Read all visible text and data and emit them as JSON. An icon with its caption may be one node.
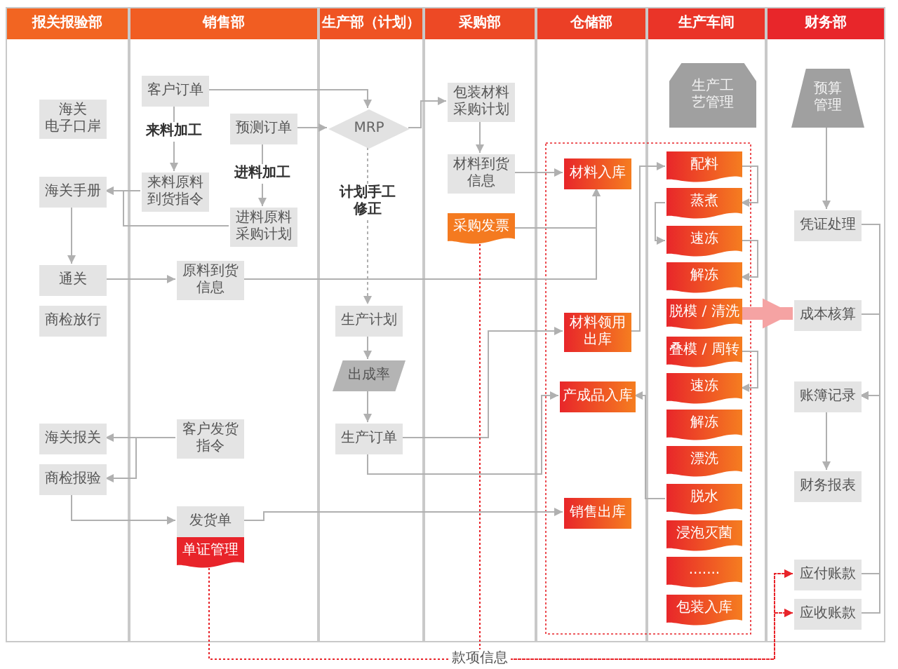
{
  "diagram": {
    "nodes": [
      {
        "text": [
          "报关报验部"
        ]
      },
      {
        "text": [
          "销售部"
        ]
      },
      {
        "text": [
          "生产部（计划）"
        ]
      },
      {
        "text": [
          "采购部"
        ]
      },
      {
        "text": [
          "仓储部"
        ]
      },
      {
        "text": [
          "生产车间"
        ]
      },
      {
        "text": [
          "财务部"
        ]
      },
      {
        "text": [
          "海关电子口岸"
        ],
        "in": 0
      },
      {
        "text": [
          "海关手册"
        ],
        "in": 0
      },
      {
        "text": [
          "通关"
        ],
        "in": 0
      },
      {
        "text": [
          "商检放行"
        ],
        "in": 0
      },
      {
        "text": [
          "海关报关"
        ],
        "in": 0
      },
      {
        "text": [
          "商检报验"
        ],
        "in": 0
      },
      {
        "text": [
          "客户订单"
        ],
        "in": 1
      },
      {
        "text": [
          "预测订单"
        ],
        "in": 1
      },
      {
        "text": [
          "来料原料到货指令"
        ],
        "in": 1
      },
      {
        "text": [
          "进料原料采购计划"
        ],
        "in": 1
      },
      {
        "text": [
          "原料到货信息"
        ],
        "in": 1
      },
      {
        "text": [
          "客户发货指令"
        ],
        "in": 1
      },
      {
        "text": [
          "发货单"
        ],
        "in": 1
      },
      {
        "text": [
          "单证管理"
        ],
        "in": 1
      },
      {
        "text": [
          "MRP"
        ],
        "in": 2
      },
      {
        "text": [
          "生产计划"
        ],
        "in": 2
      },
      {
        "text": [
          "出成率"
        ],
        "in": 2
      },
      {
        "text": [
          "生产订单"
        ],
        "in": 2
      },
      {
        "text": [
          "包装材料采购计划"
        ],
        "in": 3
      },
      {
        "text": [
          "材料到货信息"
        ],
        "in": 3
      },
      {
        "text": [
          "采购发票"
        ],
        "in": 3
      },
      {
        "text": [
          "材料入库"
        ],
        "in": 4
      },
      {
        "text": [
          "材料领用出库"
        ],
        "in": 4
      },
      {
        "text": [
          "产成品入库"
        ],
        "in": 4
      },
      {
        "text": [
          "销售出库"
        ],
        "in": 4
      },
      {
        "text": [
          "生产工艺管理"
        ],
        "in": 5
      },
      {
        "text": [
          "配料"
        ],
        "in": 5
      },
      {
        "text": [
          "蒸煮"
        ],
        "in": 5
      },
      {
        "text": [
          "速冻"
        ],
        "in": 5
      },
      {
        "text": [
          "解冻"
        ],
        "in": 5
      },
      {
        "text": [
          "脱模 / 清洗"
        ],
        "in": 5
      },
      {
        "text": [
          "叠模 / 周转"
        ],
        "in": 5
      },
      {
        "text": [
          "速冻"
        ],
        "in": 5
      },
      {
        "text": [
          "解冻"
        ],
        "in": 5
      },
      {
        "text": [
          "漂洗"
        ],
        "in": 5
      },
      {
        "text": [
          "脱水"
        ],
        "in": 5
      },
      {
        "text": [
          "浸泡灭菌"
        ],
        "in": 5
      },
      {
        "text": [
          "......."
        ],
        "in": 5
      },
      {
        "text": [
          "包装入库"
        ],
        "in": 5
      },
      {
        "text": [
          "预算管理"
        ],
        "in": 6
      },
      {
        "text": [
          "凭证处理"
        ],
        "in": 6
      },
      {
        "text": [
          "成本核算"
        ],
        "in": 6
      },
      {
        "text": [
          "账簿记录"
        ],
        "in": 6
      },
      {
        "text": [
          "财务报表"
        ],
        "in": 6
      },
      {
        "text": [
          "应付账款"
        ],
        "in": 6
      },
      {
        "text": [
          "应收账款"
        ],
        "in": 6
      }
    ],
    "edges": [
      {
        "from": 13,
        "to": 21,
        "arrow": "to"
      },
      {
        "from": 14,
        "to": 21,
        "arrow": "to"
      },
      {
        "from": 13,
        "to": 15,
        "arrow": "to",
        "label": "来料加工"
      },
      {
        "from": 14,
        "to": 16,
        "arrow": "to",
        "label": "进料加工"
      },
      {
        "from": 15,
        "to": 8,
        "arrow": "to"
      },
      {
        "from": 16,
        "to": 8,
        "arrow": "to"
      },
      {
        "from": 8,
        "to": 9,
        "arrow": "to"
      },
      {
        "from": 9,
        "to": 17,
        "arrow": "to"
      },
      {
        "from": 17,
        "to": 28,
        "arrow": "to"
      },
      {
        "from": 27,
        "to": 28,
        "arrow": "to"
      },
      {
        "from": 21,
        "to": 25,
        "arrow": "to"
      },
      {
        "from": 21,
        "to": 22,
        "arrow": "to",
        "label": "计划手工修正",
        "style": "dashed"
      },
      {
        "from": 25,
        "to": 26,
        "arrow": "to"
      },
      {
        "from": 26,
        "to": 28,
        "arrow": "to"
      },
      {
        "from": 22,
        "to": 23,
        "arrow": "to"
      },
      {
        "from": 23,
        "to": 24,
        "arrow": "to"
      },
      {
        "from": 24,
        "to": 29,
        "arrow": "to"
      },
      {
        "from": 24,
        "to": 30,
        "arrow": "to"
      },
      {
        "from": 18,
        "to": 11,
        "arrow": "to"
      },
      {
        "from": 18,
        "to": 12,
        "arrow": "to"
      },
      {
        "from": 12,
        "to": 19,
        "arrow": "to"
      },
      {
        "from": 19,
        "to": 31,
        "arrow": "to"
      },
      {
        "from": 29,
        "to": 33,
        "arrow": "to"
      },
      {
        "from": 33,
        "to": 34,
        "arrow": "to"
      },
      {
        "from": 34,
        "to": 35,
        "arrow": "to"
      },
      {
        "from": 35,
        "to": 36,
        "arrow": "to"
      },
      {
        "from": 38,
        "to": 39,
        "arrow": "to"
      },
      {
        "from": 42,
        "to": 30,
        "arrow": "to"
      },
      {
        "from": 37,
        "to": 48,
        "arrow": "to",
        "style": "thick",
        "color": "#f5a3a3"
      },
      {
        "from": 46,
        "to": 47,
        "arrow": "to"
      },
      {
        "from": 47,
        "to": 49,
        "arrow": "to"
      },
      {
        "from": 48,
        "to": 49,
        "arrow": "to"
      },
      {
        "from": 51,
        "to": 49,
        "arrow": "to"
      },
      {
        "from": 52,
        "to": 49,
        "arrow": "to"
      },
      {
        "from": 49,
        "to": 50,
        "arrow": "to"
      },
      {
        "from": 20,
        "to": 51,
        "arrow": "to",
        "label": "款项信息",
        "style": "dashed",
        "color": "#e8242a"
      },
      {
        "from": 20,
        "to": 52,
        "arrow": "to",
        "style": "dashed",
        "color": "#e8242a"
      },
      {
        "from": 27,
        "to": 51,
        "arrow": "to",
        "style": "dashed",
        "color": "#e8242a"
      },
      {
        "from": 27,
        "to": 52,
        "arrow": "to",
        "style": "dashed",
        "color": "#e8242a"
      }
    ]
  }
}
